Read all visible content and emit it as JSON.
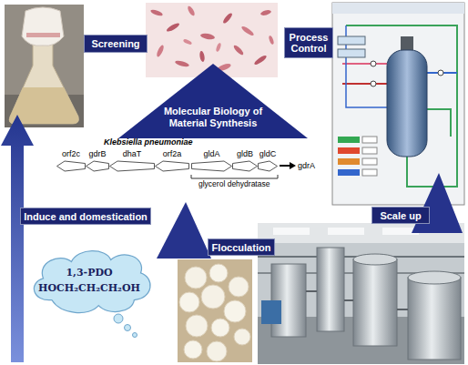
{
  "diagram": {
    "nodes": [
      {
        "text": [
          "Screening"
        ]
      },
      {
        "text": [
          "Process Control"
        ]
      },
      {
        "text": [
          "Molecular Biology of Material Synthesis"
        ]
      },
      {
        "text": [
          "orf2c"
        ]
      },
      {
        "text": [
          "gdrB"
        ]
      },
      {
        "text": [
          "dhaT"
        ]
      },
      {
        "text": [
          "orf2a"
        ]
      },
      {
        "text": [
          "gldA"
        ]
      },
      {
        "text": [
          "gldB"
        ]
      },
      {
        "text": [
          "gldC"
        ]
      },
      {
        "text": [
          "Induce and domestication"
        ]
      },
      {
        "text": [
          "1,3-PDO",
          "HOCH₂CH₂CH₂OH"
        ]
      },
      {
        "text": [
          "Flocculation"
        ]
      },
      {
        "text": [
          "Scale up"
        ]
      }
    ],
    "labels": [
      "Klebsiella pneumoniae",
      "glycerol dehydratase",
      "gdrA"
    ]
  }
}
